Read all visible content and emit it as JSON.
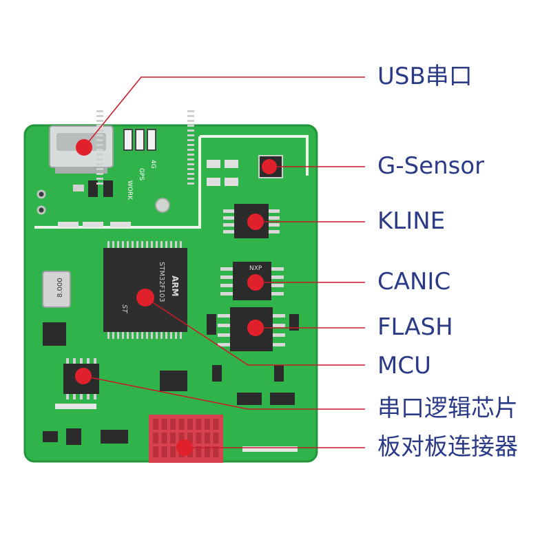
{
  "colors": {
    "pcb_green": "#2fb34a",
    "pcb_dark": "#1d8f33",
    "silk": "#ffffff",
    "chip": "#2b2b2b",
    "pin": "#d8d8d8",
    "connector": "#d8424f",
    "marker": "#e0202a",
    "leader": "#c81c2a",
    "label_text": "#2a3a86"
  },
  "callouts": [
    {
      "id": "usb",
      "label": "USB串口"
    },
    {
      "id": "gsensor",
      "label": "G-Sensor"
    },
    {
      "id": "kline",
      "label": "KLINE"
    },
    {
      "id": "canic",
      "label": "CANIC"
    },
    {
      "id": "flash",
      "label": "FLASH"
    },
    {
      "id": "mcu",
      "label": "MCU"
    },
    {
      "id": "serial-logic",
      "label": "串口逻辑芯片"
    },
    {
      "id": "b2b",
      "label": "板对板连接器"
    }
  ],
  "board_text": {
    "crystal": "8.000",
    "mcu_brand": "ARM",
    "mcu_part": "STM32F103",
    "mcu_vendor": "ST",
    "canic_brand": "NXP",
    "led_labels": [
      "WORK",
      "GPS",
      "4G"
    ]
  }
}
